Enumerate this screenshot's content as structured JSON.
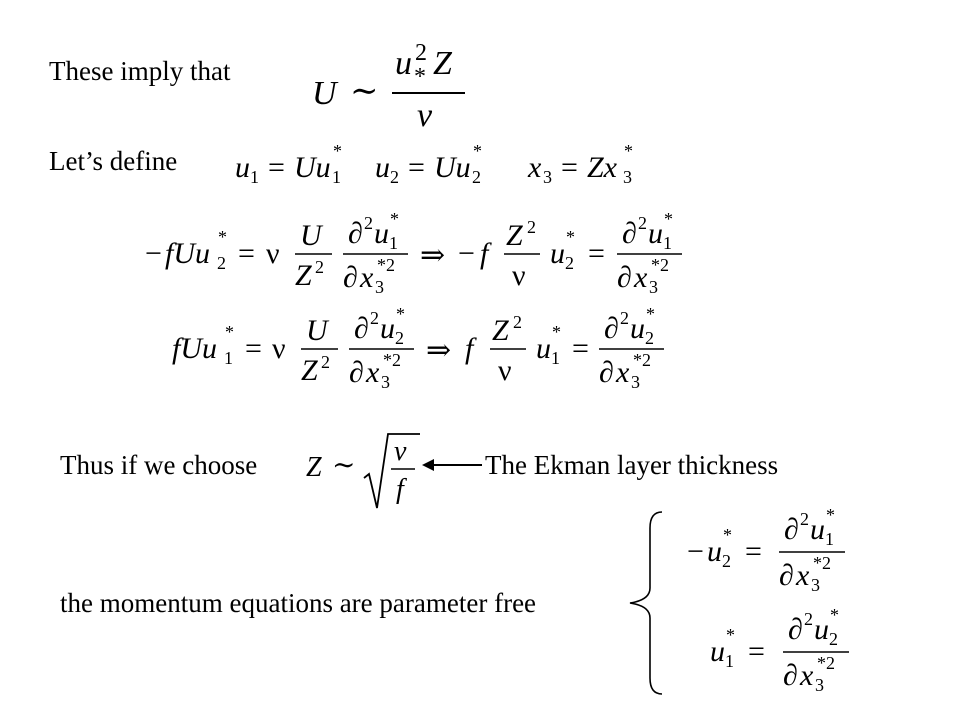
{
  "slide": {
    "line1": "These imply that",
    "line2": "Let’s define",
    "line3": "Thus if we choose",
    "ekman_label": "The Ekman layer thickness",
    "line4": "the momentum equations are parameter free"
  }
}
